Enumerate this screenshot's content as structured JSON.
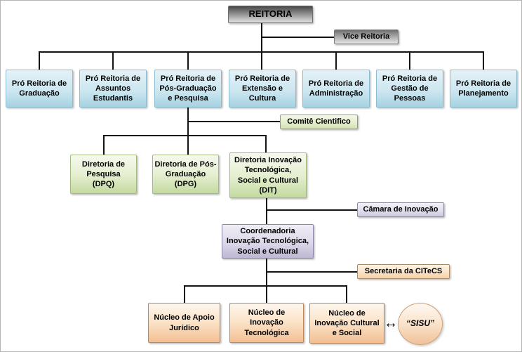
{
  "diagram": {
    "root": "REITORIA",
    "vice": "Vice Reitoria",
    "pro_reitorias": [
      "Pró Reitoria de\nGraduação",
      "Pró Reitoria de\nAssuntos\nEstudantis",
      "Pró Reitoria de\nPós-Graduação\ne Pesquisa",
      "Pró Reitoria de\nExtensão e\nCultura",
      "Pró Reitoria de\nAdministração",
      "Pró Reitoria de\nGestão de\nPessoas",
      "Pró Reitoria de\nPlanejamento"
    ],
    "comite": "Comitê Cientifico",
    "diretorias": [
      "Diretoria de\nPesquisa\n(DPQ)",
      "Diretoria de Pós-\nGraduação\n(DPG)",
      "Diretoria Inovação\nTecnológica,\nSocial e Cultural\n(DIT)"
    ],
    "camara": "Câmara de Inovação",
    "coordenadoria": "Coordenadoria\nInovação Tecnológica,\nSocial e Cultural",
    "secretaria": "Secretaria da CITeCS",
    "nucleos": [
      "Núcleo de Apoio\nJurídico",
      "Núcleo de\nInovação\nTecnológica",
      "Núcleo de\nInovação Cultural\ne Social"
    ],
    "sisu": "“SISU”",
    "double_arrow": "↔",
    "colors": {
      "root_gray": "#9c9c9c",
      "blue": "#cde7f0",
      "green": "#e3eecd",
      "purple": "#ddd8e9",
      "orange": "#fbe2c6",
      "connector": "#141414"
    }
  }
}
